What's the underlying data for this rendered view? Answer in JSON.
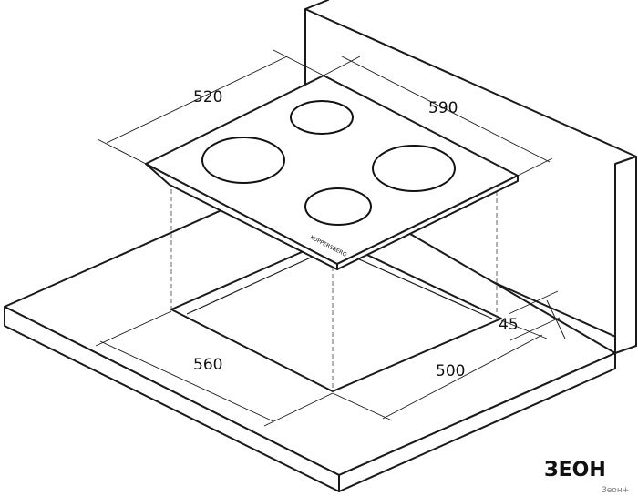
{
  "dimensions": {
    "hob_depth": "520",
    "hob_width": "590",
    "cutout_width": "560",
    "cutout_depth": "500",
    "wall_gap": "45"
  },
  "hob": {
    "brand_text": "KUPPERSBERG"
  },
  "watermark": {
    "logo": "ЗЕОН",
    "small": "Зеон+"
  },
  "colors": {
    "line": "#1a1a1a",
    "background": "#ffffff"
  }
}
